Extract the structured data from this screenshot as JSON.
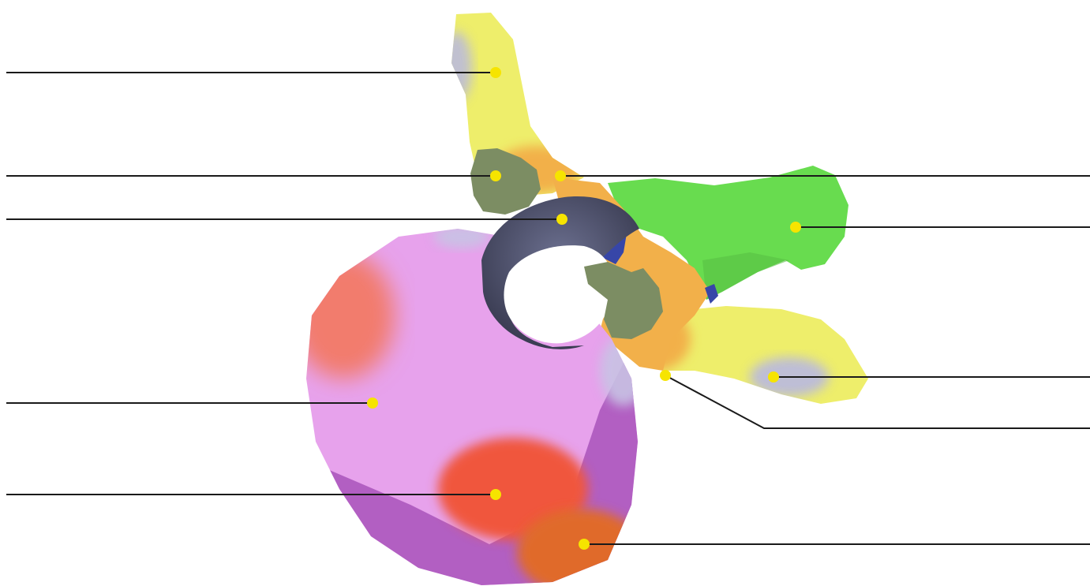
{
  "figure": {
    "subject": "vertebra-3d-model",
    "view": "superior",
    "label_text_visible": false
  },
  "palette": {
    "background": "#ffffff",
    "leader_line": "#1a1a1a",
    "marker": "#f6e400",
    "vertebral_body": "#e7a2ec",
    "body_lower_side": "#b25fc2",
    "body_blush": "#f27c6d",
    "body_red_patch": "#f0573e",
    "body_orange": "#e06a2b",
    "transverse_process": "#eeee6b",
    "transverse_tip": "#b8b8e2",
    "lamina_orange": "#f2b04a",
    "spinous_process": "#68dc4f",
    "articular_process": "#7c8d63",
    "ring_dark": "#454860",
    "canal_blue": "#3746a8"
  },
  "markers": [
    {
      "name": "transverse-process-left",
      "side": "left"
    },
    {
      "name": "superior-articular-process-left",
      "side": "left"
    },
    {
      "name": "pedicle",
      "side": "left"
    },
    {
      "name": "vertebral-body",
      "side": "left"
    },
    {
      "name": "body-endplate-patch",
      "side": "left"
    },
    {
      "name": "lamina",
      "side": "right"
    },
    {
      "name": "spinous-process",
      "side": "right"
    },
    {
      "name": "transverse-process-tip",
      "side": "right"
    },
    {
      "name": "lamina-lower",
      "side": "right"
    },
    {
      "name": "body-inferior-patch",
      "side": "right"
    }
  ]
}
